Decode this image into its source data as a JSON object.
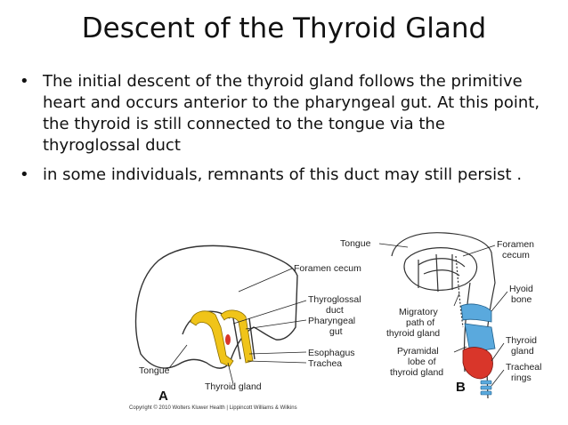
{
  "slide": {
    "title": "Descent of the Thyroid Gland",
    "bullets": [
      {
        "marker": "•",
        "text": "The initial descent of the thyroid gland follows the primitive heart and occurs anterior to the pharyngeal gut. At this point, the thyroid is still connected to the tongue via the thyroglossal duct"
      },
      {
        "marker": "•",
        "text": " in some individuals, remnants of this duct may still persist ."
      }
    ]
  },
  "figure": {
    "panel_a": {
      "letter": "A",
      "labels": {
        "foramen_cecum": "Foramen cecum",
        "thyroglossal": "Thyroglossal",
        "duct": "duct",
        "pharyngeal": "Pharyngeal",
        "gut": "gut",
        "esophagus": "Esophagus",
        "trachea": "Trachea",
        "tongue": "Tongue",
        "thyroid_gland": "Thyroid gland"
      }
    },
    "panel_b": {
      "letter": "B",
      "labels": {
        "tongue": "Tongue",
        "foramen": "Foramen",
        "cecum": "cecum",
        "hyoid": "Hyoid",
        "bone": "bone",
        "migratory": "Migratory",
        "path_of": "path of",
        "thyroid_gland_path": "thyroid gland",
        "pyramidal": "Pyramidal",
        "lobe_of": "lobe of",
        "thyroid_gland_lobe": "thyroid gland",
        "thyroid": "Thyroid",
        "gland": "gland",
        "tracheal": "Tracheal",
        "rings": "rings"
      }
    },
    "copyright": "Copyright © 2010 Wolters Kluwer Health | Lippincott Williams & Wilkins"
  },
  "colors": {
    "thyroid_yellow": "#f0c419",
    "hyoid_blue": "#5aa9dd",
    "thyroid_red": "#d9362a",
    "outline": "#333333"
  }
}
